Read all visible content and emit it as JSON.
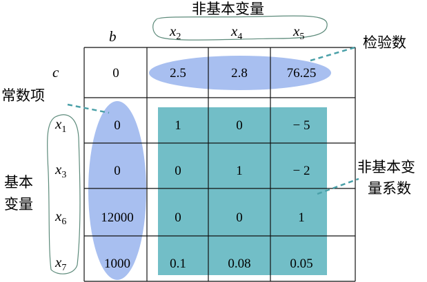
{
  "labels": {
    "nonbasic_title": "非基本变量",
    "check_numbers": "检验数",
    "constant_terms": "常数项",
    "basic_line1": "基本",
    "basic_line2": "变量",
    "coef_line1": "非基本变",
    "coef_line2": "量系数"
  },
  "table": {
    "b_header": "b",
    "c_label": "c",
    "columns": [
      {
        "var": "x",
        "sub": "2"
      },
      {
        "var": "x",
        "sub": "4"
      },
      {
        "var": "x",
        "sub": "5"
      }
    ],
    "c_row": {
      "b": "0",
      "values": [
        "2.5",
        "2.8",
        "76.25"
      ]
    },
    "rows": [
      {
        "var": "x",
        "sub": "1",
        "b": "0",
        "values": [
          "1",
          "0",
          "− 5"
        ]
      },
      {
        "var": "x",
        "sub": "3",
        "b": "0",
        "values": [
          "0",
          "1",
          "− 2"
        ]
      },
      {
        "var": "x",
        "sub": "6",
        "b": "12000",
        "values": [
          "0",
          "0",
          "1"
        ]
      },
      {
        "var": "x",
        "sub": "7",
        "b": "1000",
        "values": [
          "0.1",
          "0.08",
          "0.05"
        ]
      }
    ]
  },
  "colors": {
    "ellipse_blue": "#a8bff0",
    "teal": "#72bec7",
    "dash": "#4aa0a8",
    "grid": "#111111"
  }
}
